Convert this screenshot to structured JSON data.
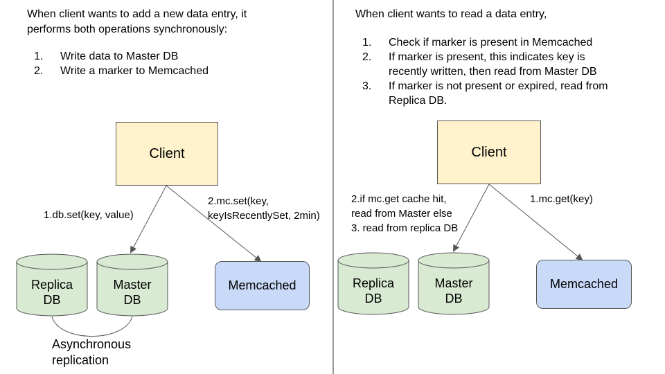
{
  "left": {
    "intro": [
      "When client wants to add a new data entry, it",
      "performs both operations synchronously:"
    ],
    "steps": [
      {
        "num": "1.",
        "text": "Write data to Master DB"
      },
      {
        "num": "2.",
        "text": "Write a marker to Memcached"
      }
    ],
    "client_label": "Client",
    "edge_db_label": "1.db.set(key, value)",
    "edge_mc_label": [
      "2.mc.set(key,",
      "keyIsRecentlySet, 2min)"
    ],
    "replica_label": [
      "Replica",
      "DB"
    ],
    "master_label": [
      "Master",
      "DB"
    ],
    "memcached_label": "Memcached",
    "async_label": [
      "Asynchronous",
      "replication"
    ]
  },
  "right": {
    "intro": "When client wants to read a data entry,",
    "steps": [
      {
        "num": "1.",
        "lines": [
          "Check if marker is present in Memcached"
        ]
      },
      {
        "num": "2.",
        "lines": [
          "If marker is present, this indicates key is",
          "recently written, then read from Master DB"
        ]
      },
      {
        "num": "3.",
        "lines": [
          "If marker is not present or expired, read from",
          "Replica DB."
        ]
      }
    ],
    "client_label": "Client",
    "edge_db_label": [
      "2.if mc.get cache hit,",
      "read from Master else",
      "3. read from replica DB"
    ],
    "edge_mc_label": "1.mc.get(key)",
    "replica_label": [
      "Replica",
      "DB"
    ],
    "master_label": [
      "Master",
      "DB"
    ],
    "memcached_label": "Memcached"
  },
  "colors": {
    "client_fill": "#fff2cc",
    "db_fill": "#d9ead3",
    "memcached_fill": "#c9daf8",
    "stroke": "#555555",
    "divider": "#333333"
  }
}
